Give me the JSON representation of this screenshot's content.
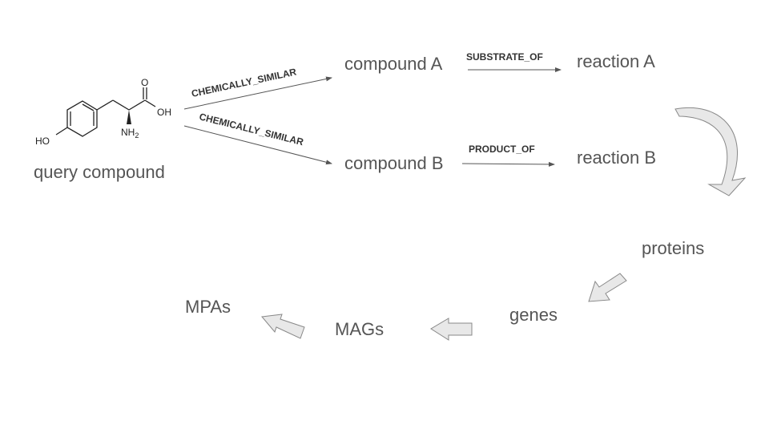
{
  "nodes": {
    "query": "query compound",
    "compound_a": "compound A",
    "compound_b": "compound B",
    "reaction_a": "reaction A",
    "reaction_b": "reaction B",
    "proteins": "proteins",
    "genes": "genes",
    "mags": "MAGs",
    "mpas": "MPAs"
  },
  "edges": {
    "query_to_a": "CHEMICALLY_SIMILAR",
    "query_to_b": "CHEMICALLY_SIMILAR",
    "a_to_reaction": "SUBSTRATE_OF",
    "b_to_reaction": "PRODUCT_OF"
  },
  "molecule": {
    "atoms": {
      "o_carbonyl": "O",
      "oh_acid": "OH",
      "nh2": "NH",
      "nh2_sub": "2",
      "ho_phenol": "HO"
    }
  }
}
